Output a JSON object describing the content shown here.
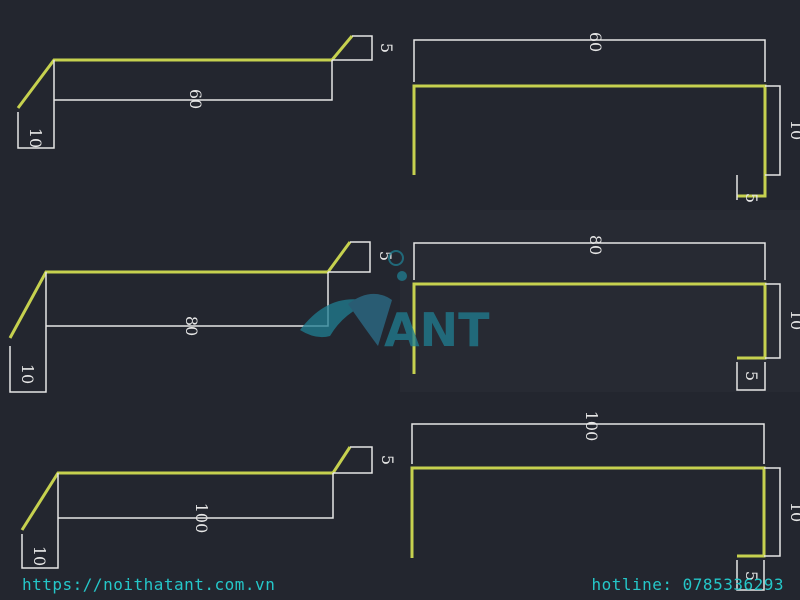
{
  "colors": {
    "background": "#23262f",
    "profile_line": "#c6d14f",
    "dimension_line": "#e6e6e6",
    "footer_text": "#25c7c9",
    "watermark": "#1f7f92"
  },
  "watermark": {
    "text": "ANT"
  },
  "drawings": [
    {
      "id": "angled-60",
      "dimensions": {
        "width": "60",
        "height": "10",
        "lip": "5"
      }
    },
    {
      "id": "square-60",
      "dimensions": {
        "width": "60",
        "height": "10",
        "lip": "5"
      }
    },
    {
      "id": "angled-80",
      "dimensions": {
        "width": "80",
        "height": "10",
        "lip": "5"
      }
    },
    {
      "id": "square-80",
      "dimensions": {
        "width": "80",
        "height": "10",
        "lip": "5"
      }
    },
    {
      "id": "angled-100",
      "dimensions": {
        "width": "100",
        "height": "10",
        "lip": "5"
      }
    },
    {
      "id": "square-100",
      "dimensions": {
        "width": "100",
        "height": "10",
        "lip": "5"
      }
    }
  ],
  "footer": {
    "url": "https://noithatant.com.vn",
    "hotline": "hotline: 0785336293"
  }
}
